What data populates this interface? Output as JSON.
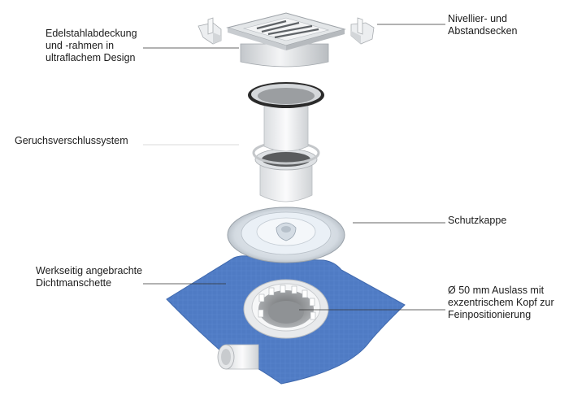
{
  "labels": {
    "cover": "Edelstahlabdeckung\nund -rahmen in\nultraflachem Design",
    "leveling": "Nivellier- und\nAbstandsecken",
    "trap": "Geruchsverschlussystem",
    "cap": "Schutzkappe",
    "membrane": "Werkseitig angebrachte\nDichtmanschette",
    "outlet": "Ø 50 mm Auslass mit\nexzentrischem Kopf zur\nFeinpositionierung"
  },
  "colors": {
    "membrane": "#4f7bc4",
    "steel": "#d7dadd",
    "plastic": "#eef0f2",
    "gasket": "#2a2a2a",
    "leader": "#333333"
  }
}
